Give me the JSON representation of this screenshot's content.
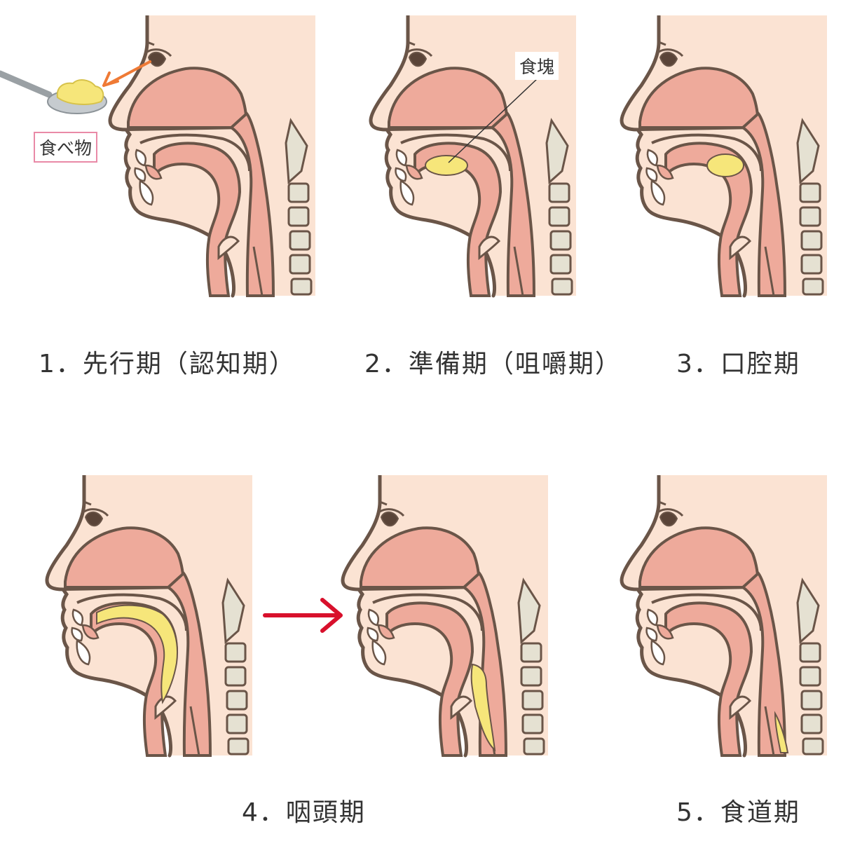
{
  "labels": {
    "food": "食べ物",
    "bolus": "食塊"
  },
  "stages": [
    {
      "caption": "1．先行期（認知期）"
    },
    {
      "caption": "2．準備期（咀嚼期）"
    },
    {
      "caption": "3．口腔期"
    },
    {
      "caption": "4．咽頭期"
    },
    {
      "caption": "5．食道期"
    }
  ],
  "colors": {
    "skin": "#fbe3d3",
    "tissue": "#eeaa9b",
    "outline": "#6a5548",
    "bolus": "#f6e67a",
    "bone": "#e5e1d2",
    "food_arrow": "#ef7a35",
    "stage_arrow": "#d8102c",
    "food_tag_border": "#e98aa7"
  },
  "icons": {
    "spoon": "spoon-icon",
    "food_arrow": "arrow-left-icon",
    "stage_arrow": "arrow-right-icon"
  }
}
